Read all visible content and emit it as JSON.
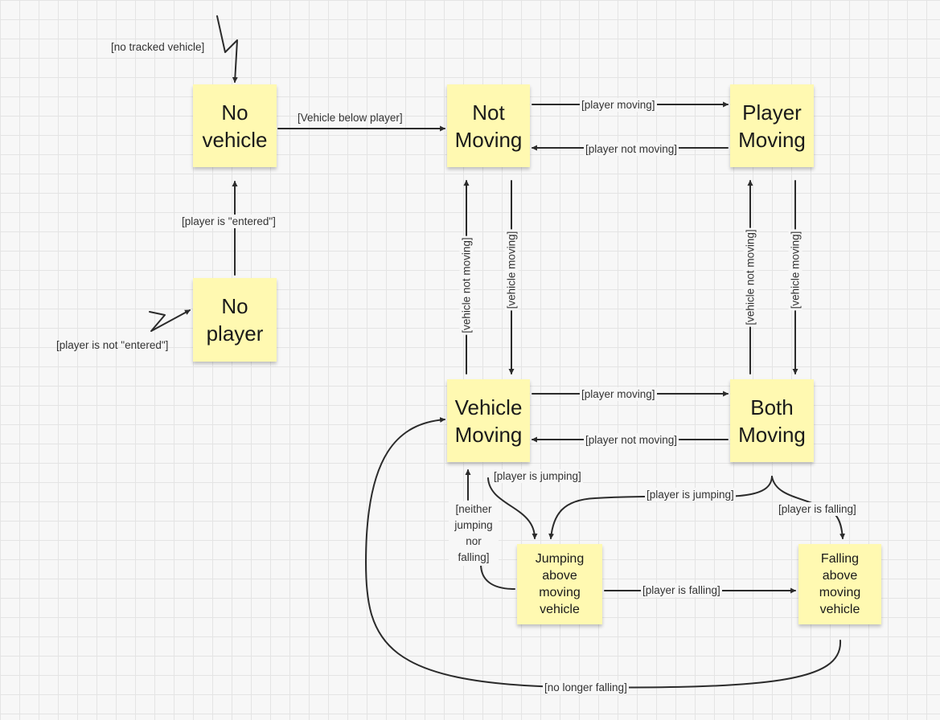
{
  "board": {
    "background": "#f7f7f7",
    "note_color": "#fff9b1",
    "line_color": "#2b2b2b"
  },
  "states": {
    "no_vehicle": "No\nvehicle",
    "no_player": "No\nplayer",
    "not_moving": "Not\nMoving",
    "player_moving": "Player\nMoving",
    "vehicle_moving": "Vehicle\nMoving",
    "both_moving": "Both\nMoving",
    "jumping": "Jumping\nabove\nmoving\nvehicle",
    "falling": "Falling\nabove\nmoving\nvehicle"
  },
  "transitions": {
    "no_tracked_vehicle": "[no tracked vehicle]",
    "player_not_entered": "[player is not \"entered\"]",
    "player_entered": "[player is \"entered\"]",
    "vehicle_below_player": "[Vehicle below player]",
    "top_player_moving": "[player moving]",
    "top_player_not_moving": "[player not moving]",
    "left_vehicle_not_moving": "[vehicle not moving]",
    "left_vehicle_moving": "[vehicle moving]",
    "right_vehicle_not_moving": "[vehicle not moving]",
    "right_vehicle_moving": "[vehicle moving]",
    "bottom_player_moving": "[player moving]",
    "bottom_player_not_moving": "[player not moving]",
    "vehicle_player_jumping": "[player is jumping]",
    "both_player_jumping": "[player is jumping]",
    "both_player_falling": "[player is falling]",
    "neither_jumping_nor_falling": "[neither\njumping\nnor\nfalling]",
    "jumping_player_falling": "[player is falling]",
    "no_longer_falling": "[no longer falling]"
  }
}
